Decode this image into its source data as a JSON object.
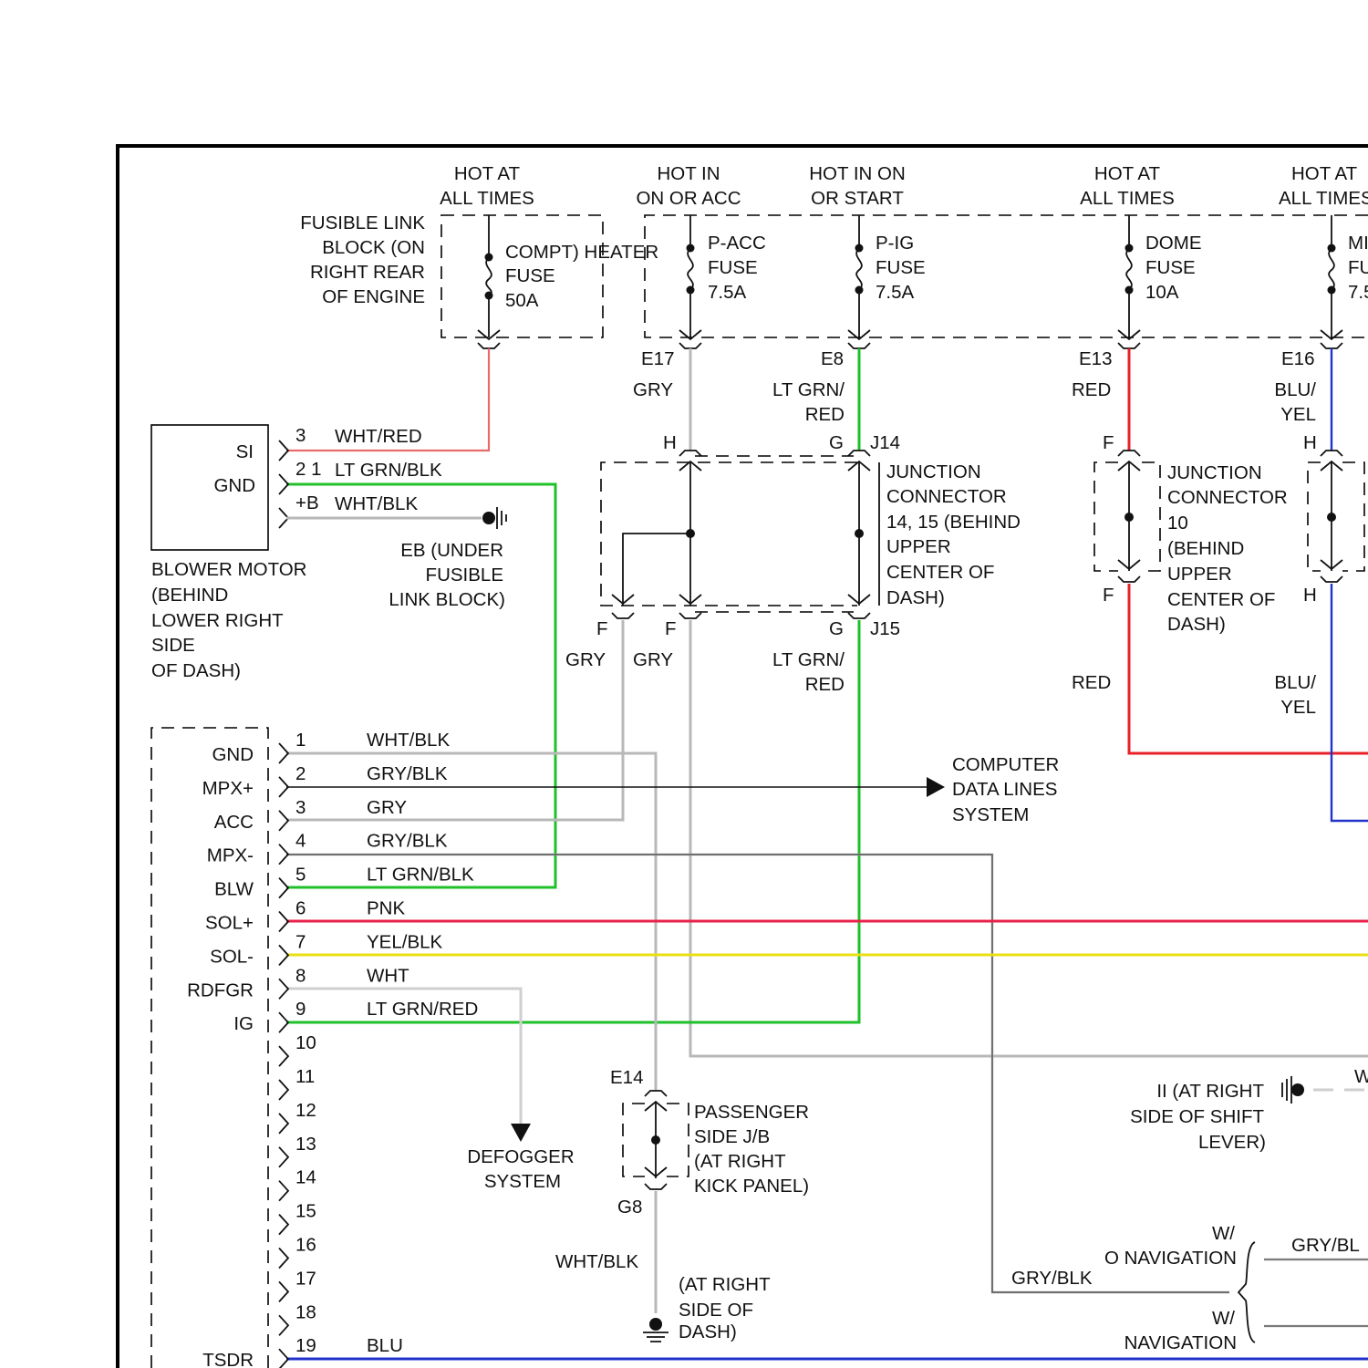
{
  "colors": {
    "red_line": "#e8202a",
    "pink_line": "#e8204a",
    "green_line": "#1fc02a",
    "gray_line": "#b8b8b8",
    "yellow_line": "#eadf12",
    "blue_line": "#2233cc",
    "black_line": "#111111"
  },
  "sources": {
    "s1": [
      "HOT AT",
      "ALL TIMES"
    ],
    "s2": [
      "HOT IN",
      "ON OR ACC"
    ],
    "s3": [
      "HOT IN ON",
      "OR START"
    ],
    "s4": [
      "HOT AT",
      "ALL TIMES"
    ],
    "s5": [
      "HOT AT",
      "ALL TIMES"
    ]
  },
  "fusible_link_block": [
    "FUSIBLE LINK",
    "BLOCK (ON",
    "RIGHT REAR",
    "OF ENGINE"
  ],
  "fuses": {
    "heater": [
      "COMPT) HEATER",
      "FUSE",
      "50A"
    ],
    "pacc": [
      "P-ACC",
      "FUSE",
      "7.5A"
    ],
    "pig": [
      "P-IG",
      "FUSE",
      "7.5A"
    ],
    "dome": [
      "DOME",
      "FUSE",
      "10A"
    ],
    "mir": [
      "MI",
      "FU",
      "7.5"
    ]
  },
  "connector_labels": {
    "e17": "E17",
    "e8": "E8",
    "e13": "E13",
    "e16": "E16",
    "j14": "J14",
    "j15": "J15",
    "e14": "E14",
    "g8": "G8",
    "h": "H",
    "g": "G",
    "f": "F"
  },
  "wire_labels": {
    "gry": "GRY",
    "ltgrn_red": [
      "LT GRN/",
      "RED"
    ],
    "red": "RED",
    "blu_yel": [
      "BLU/",
      "YEL"
    ],
    "wht_blk": "WHT/BLK",
    "gry_blk": "GRY/BLK",
    "w_partial": "W"
  },
  "blower_motor": {
    "pins": [
      "SI",
      "GND"
    ],
    "pin_numbers": [
      "3",
      "2 1",
      "+B"
    ],
    "wires": [
      "WHT/RED",
      "LT GRN/BLK",
      "WHT/BLK"
    ],
    "label": [
      "BLOWER MOTOR",
      "(BEHIND",
      "LOWER RIGHT",
      "SIDE",
      "OF DASH)"
    ]
  },
  "ground_eb": [
    "EB (UNDER",
    "FUSIBLE",
    "LINK BLOCK)"
  ],
  "junction_14_15": [
    "JUNCTION",
    "CONNECTOR",
    "14, 15 (BEHIND",
    "UPPER",
    "CENTER OF",
    "DASH)"
  ],
  "junction_10": [
    "JUNCTION",
    "CONNECTOR",
    "10",
    "(BEHIND",
    "UPPER",
    "CENTER OF",
    "DASH)"
  ],
  "module": {
    "pins": [
      {
        "num": "1",
        "name": "GND",
        "wire": "WHT/BLK"
      },
      {
        "num": "2",
        "name": "MPX+",
        "wire": "GRY/BLK"
      },
      {
        "num": "3",
        "name": "ACC",
        "wire": "GRY"
      },
      {
        "num": "4",
        "name": "MPX-",
        "wire": "GRY/BLK"
      },
      {
        "num": "5",
        "name": "BLW",
        "wire": "LT GRN/BLK"
      },
      {
        "num": "6",
        "name": "SOL+",
        "wire": "PNK"
      },
      {
        "num": "7",
        "name": "SOL-",
        "wire": "YEL/BLK"
      },
      {
        "num": "8",
        "name": "RDFGR",
        "wire": "WHT"
      },
      {
        "num": "9",
        "name": "IG",
        "wire": "LT GRN/RED"
      },
      {
        "num": "10",
        "name": "",
        "wire": ""
      },
      {
        "num": "11",
        "name": "",
        "wire": ""
      },
      {
        "num": "12",
        "name": "",
        "wire": ""
      },
      {
        "num": "13",
        "name": "",
        "wire": ""
      },
      {
        "num": "14",
        "name": "",
        "wire": ""
      },
      {
        "num": "15",
        "name": "",
        "wire": ""
      },
      {
        "num": "16",
        "name": "",
        "wire": ""
      },
      {
        "num": "17",
        "name": "",
        "wire": ""
      },
      {
        "num": "18",
        "name": "",
        "wire": ""
      },
      {
        "num": "19",
        "name": "TSDR",
        "wire": "BLU"
      }
    ]
  },
  "computer_data_lines": [
    "COMPUTER",
    "DATA LINES",
    "SYSTEM"
  ],
  "defogger": [
    "DEFOGGER",
    "SYSTEM"
  ],
  "passenger_jb": [
    "PASSENGER",
    "SIDE J/B",
    "(AT RIGHT",
    "KICK PANEL)"
  ],
  "ground_right_dash": [
    "(AT RIGHT",
    "SIDE OF",
    "DASH)"
  ],
  "ground_ii": [
    "II (AT RIGHT",
    "SIDE OF SHIFT",
    "LEVER)"
  ],
  "navigation": {
    "without": [
      "W/",
      "O NAVIGATION"
    ],
    "with": [
      "W/",
      "NAVIGATION"
    ],
    "wire_top": "GRY/BL",
    "wire_main": "GRY/BLK"
  }
}
